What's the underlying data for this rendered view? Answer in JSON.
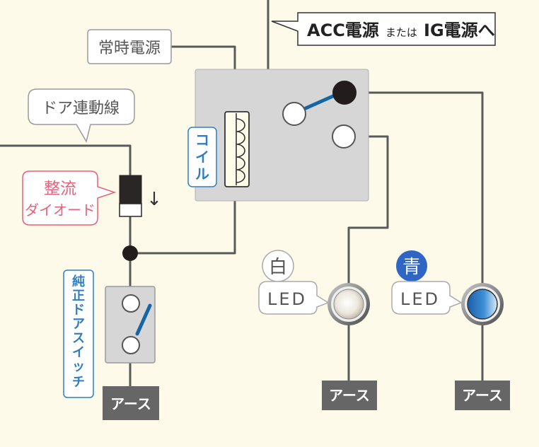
{
  "colors": {
    "background": "#fefaea",
    "wire": "#5a5a5a",
    "relay_box": "#d6d6d6",
    "ground_box": "#666666",
    "accent_blue": "#1466a8",
    "diode_label_pink": "#e8607a",
    "coil_label_blue": "#2f7ec2"
  },
  "labels": {
    "acc_main": "ACC電源",
    "acc_small": "または",
    "acc_end": "IG電源へ",
    "constant_power": "常時電源",
    "door_wire": "ドア連動線",
    "coil": [
      "コ",
      "イ",
      "ル"
    ],
    "diode": [
      "整流",
      "ダイオード"
    ],
    "door_switch": [
      "純",
      "正",
      "ド",
      "ア",
      "ス",
      "イ",
      "ッ",
      "チ"
    ],
    "white_badge": "白",
    "blue_badge": "青",
    "led": "LED",
    "ground": "アース",
    "arrow": "↓"
  }
}
